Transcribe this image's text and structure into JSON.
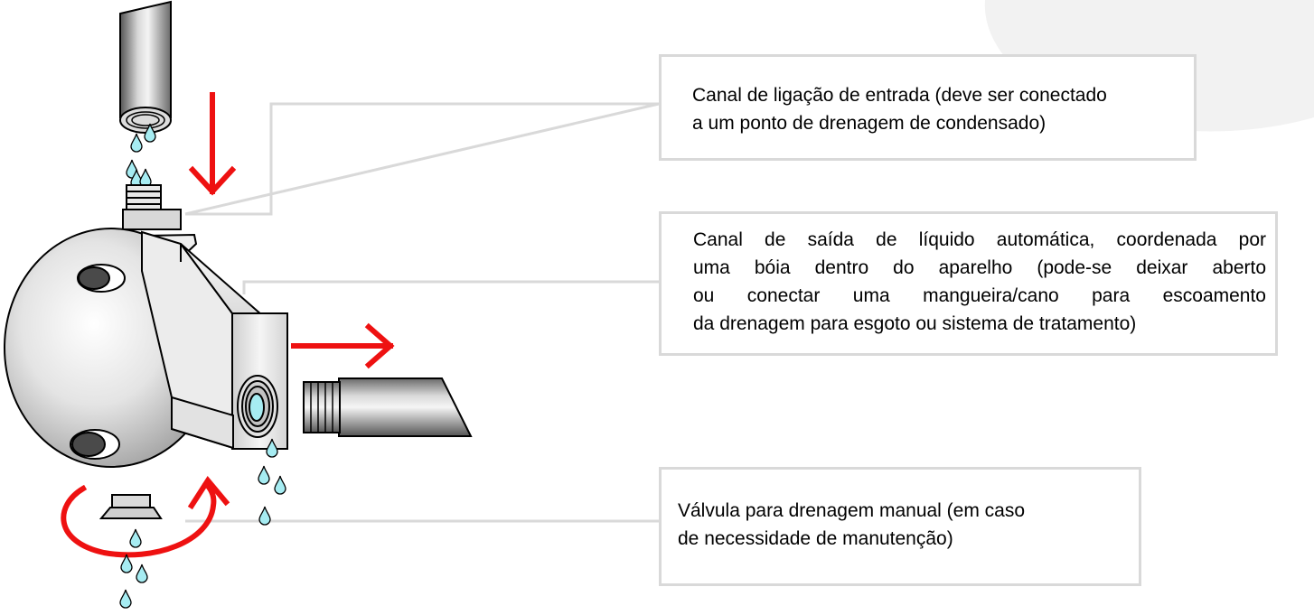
{
  "callouts": {
    "inlet": {
      "lines": [
        "Canal de ligação de entrada (deve ser conectado",
        "a um ponto de drenagem de condensado)"
      ]
    },
    "outlet": {
      "lines": [
        "Canal de saída de líquido automática, coordenada por",
        "uma bóia dentro do aparelho (pode-se deixar aberto",
        "ou conectar uma mangueira/cano para escoamento",
        "da drenagem para esgoto ou sistema de tratamento)"
      ]
    },
    "valve": {
      "lines": [
        "Válvula para drenagem manual (em caso",
        "de necessidade de manutenção)"
      ]
    }
  },
  "colors": {
    "arrow": "#ee1111",
    "leader_line": "#d9d9d9",
    "droplet": "#a6ecf2",
    "background_arc": "#f2f2f2"
  },
  "icons": [
    "inlet-pipe",
    "outlet-pipe",
    "drain-trap-body",
    "flow-arrow",
    "rotation-arrow",
    "water-droplet"
  ]
}
